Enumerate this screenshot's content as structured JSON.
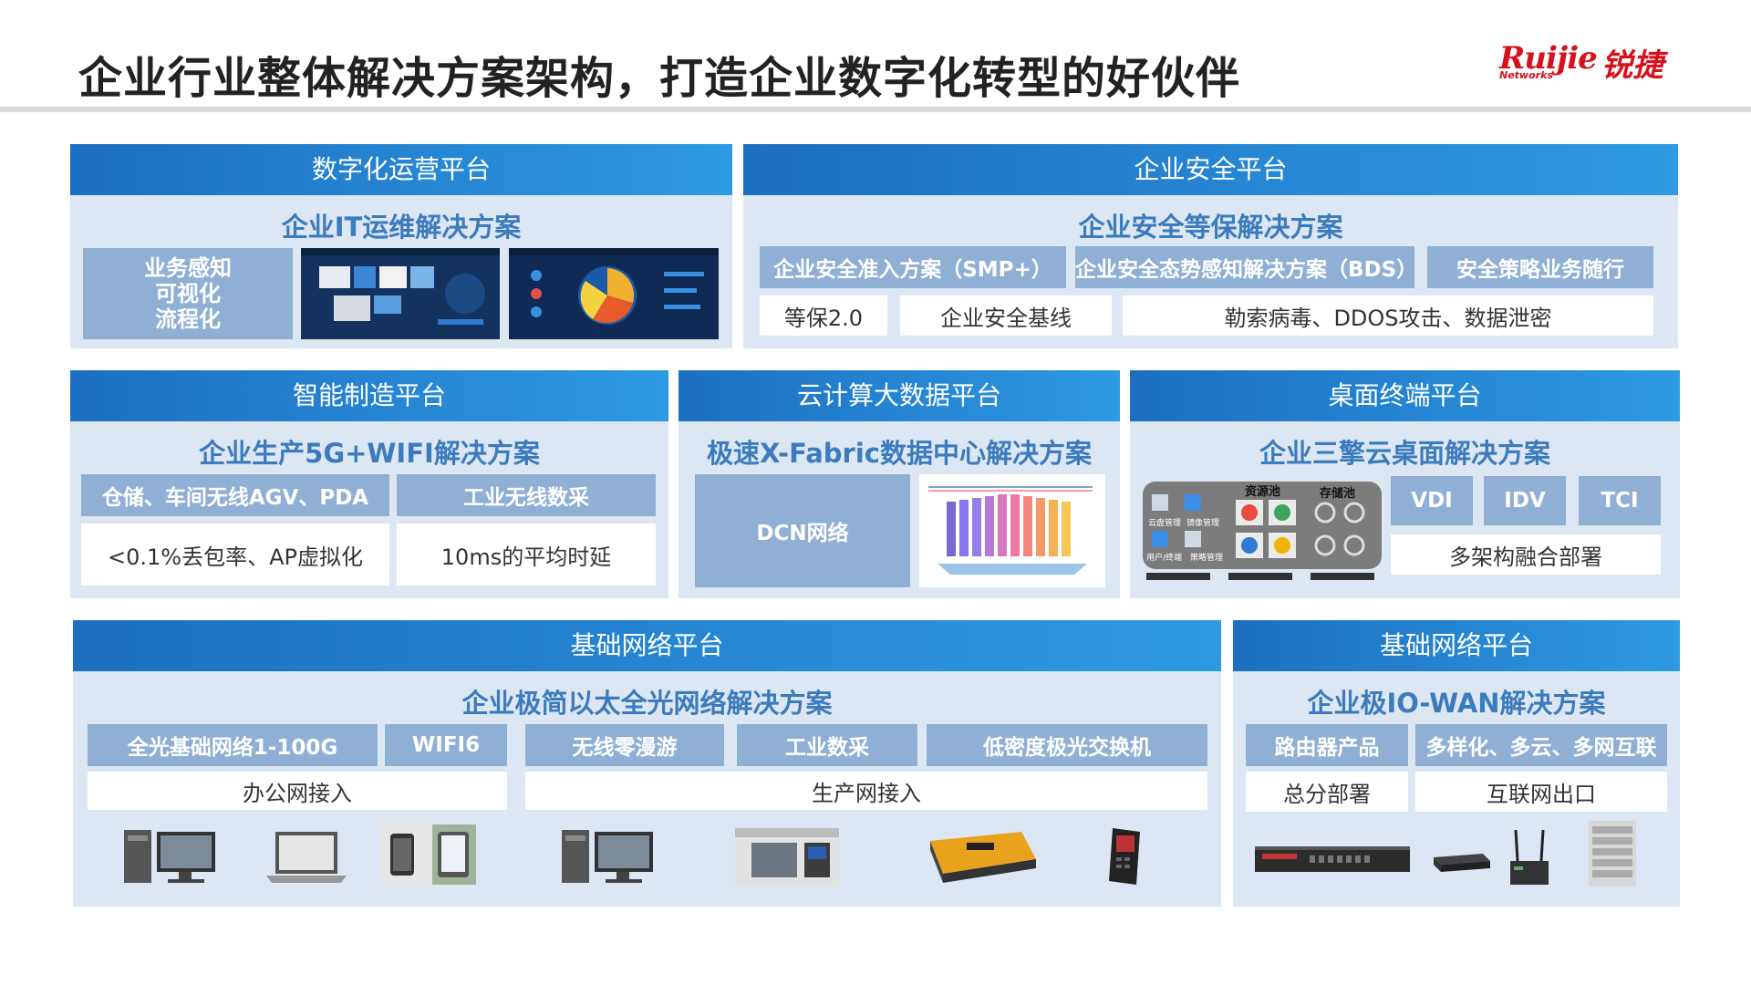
{
  "title": "企业行业整体解决方案架构，打造企业数字化转型的好伙伴",
  "logo": {
    "brand": "Ruijie",
    "cn": "锐捷",
    "sub": "Networks"
  },
  "digital_ops": {
    "header": "数字化运营平台",
    "solution": "企业IT运维解决方案",
    "features": [
      "业务感知",
      "可视化",
      "流程化"
    ]
  },
  "security": {
    "header": "企业安全平台",
    "solution": "企业安全等保解决方案",
    "chips": [
      "企业安全准入方案（SMP+）",
      "企业安全态势感知解决方案（BDS）",
      "安全策略业务随行"
    ],
    "items": [
      "等保2.0",
      "企业安全基线",
      "勒索病毒、DDOS攻击、数据泄密"
    ]
  },
  "manufacturing": {
    "header": "智能制造平台",
    "solution": "企业生产5G+WIFI解决方案",
    "chips": [
      "仓储、车间无线AGV、PDA",
      "工业无线数采"
    ],
    "items": [
      "<0.1%丢包率、AP虚拟化",
      "10ms的平均时延"
    ]
  },
  "cloud": {
    "header": "云计算大数据平台",
    "solution": "极速X-Fabric数据中心解决方案",
    "chip": "DCN网络"
  },
  "desktop": {
    "header": "桌面终端平台",
    "solution": "企业三擎云桌面解决方案",
    "chips": [
      "VDI",
      "IDV",
      "TCI"
    ],
    "item": "多架构融合部署",
    "diagram_labels": [
      "资源池",
      "存储池",
      "云盘管理",
      "镜像管理",
      "用户/终端",
      "策略管理"
    ]
  },
  "base_network": {
    "header": "基础网络平台",
    "solution": "企业极简以太全光网络解决方案",
    "chips": [
      "全光基础网络1-100G",
      "WIFI6",
      "无线零漫游",
      "工业数采",
      "低密度极光交换机"
    ],
    "items": [
      "办公网接入",
      "生产网接入"
    ],
    "devices": [
      "desktop-pc-icon",
      "laptop-icon",
      "tablet-phone-icon",
      "desktop-pc-icon",
      "cnc-machine-icon",
      "agv-robot-icon",
      "handheld-pda-icon"
    ]
  },
  "wan": {
    "header": "基础网络平台",
    "solution": "企业极IO-WAN解决方案",
    "chips": [
      "路由器产品",
      "多样化、多云、多网互联"
    ],
    "items": [
      "总分部署",
      "互联网出口"
    ],
    "devices": [
      "rack-router-icon",
      "small-switch-icon",
      "wireless-router-icon",
      "chassis-icon"
    ]
  },
  "colors": {
    "header_start": "#1d6fc0",
    "header_end": "#2d9ae3",
    "panel_bg": "#dce7f3",
    "chip": "#8fb0d4",
    "solution_text": "#3c7bbd",
    "brand_red": "#d6111d"
  }
}
